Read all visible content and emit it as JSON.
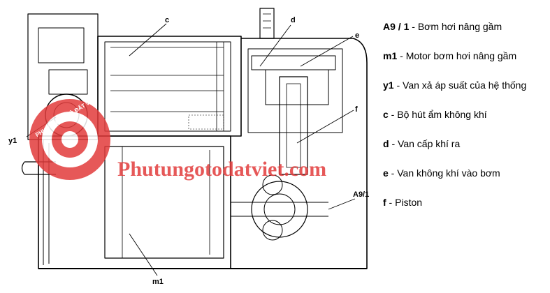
{
  "callouts": {
    "c": "c",
    "d": "d",
    "e": "e",
    "f": "f",
    "y1": "y1",
    "a91": "A9/1",
    "m1": "m1"
  },
  "watermark": {
    "text": "Phutungotodatviet.com",
    "ring_text": "PHỤ TÙNG Ô TÔ ĐẤT VIỆT",
    "color": "#e23b3b"
  },
  "legend": [
    {
      "key": "A9 / 1",
      "sep": " - ",
      "desc": "Bơm hơi nâng gầm"
    },
    {
      "key": "m1",
      "sep": " - ",
      "desc": "Motor bơm hơi nâng gầm"
    },
    {
      "key": "y1",
      "sep": " - ",
      "desc": "Van xả áp suất của hệ thống"
    },
    {
      "key": "c",
      "sep": " - ",
      "desc": "Bộ hút ẩm không khí"
    },
    {
      "key": "d",
      "sep": " - ",
      "desc": "Van cấp khí ra"
    },
    {
      "key": "e",
      "sep": " - ",
      "desc": "Van không khí vào bơm"
    },
    {
      "key": "f",
      "sep": " - ",
      "desc": "Piston"
    }
  ]
}
